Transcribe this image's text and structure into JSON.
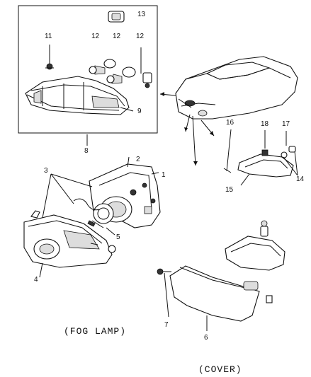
{
  "callouts": {
    "n1": "1",
    "n2": "2",
    "n3": "3",
    "n4": "4",
    "n5": "5",
    "n6": "6",
    "n7": "7",
    "n8": "8",
    "n9": "9",
    "n11": "11",
    "n12a": "12",
    "n12b": "12",
    "n12c": "12",
    "n13": "13",
    "n14": "14",
    "n15": "15",
    "n16": "16",
    "n17": "17",
    "n18": "18"
  },
  "captions": {
    "fog_lamp": "(FOG LAMP)",
    "cover": "(COVER)"
  }
}
